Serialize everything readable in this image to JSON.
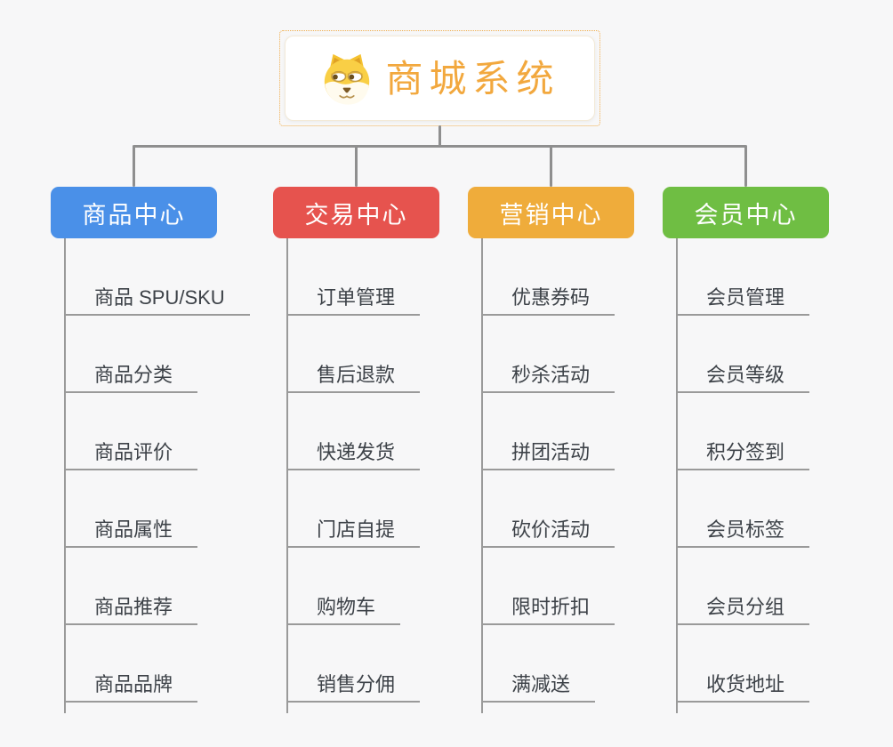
{
  "root": {
    "title": "商城系统",
    "icon": "dog-face-icon"
  },
  "branches": [
    {
      "id": "product-center",
      "label": "商品中心",
      "color": "#4a90e8",
      "items": [
        "商品 SPU/SKU",
        "商品分类",
        "商品评价",
        "商品属性",
        "商品推荐",
        "商品品牌"
      ]
    },
    {
      "id": "trade-center",
      "label": "交易中心",
      "color": "#e6534e",
      "items": [
        "订单管理",
        "售后退款",
        "快递发货",
        "门店自提",
        "购物车",
        "销售分佣"
      ]
    },
    {
      "id": "marketing-center",
      "label": "营销中心",
      "color": "#efac3b",
      "items": [
        "优惠券码",
        "秒杀活动",
        "拼团活动",
        "砍价活动",
        "限时折扣",
        "满减送"
      ]
    },
    {
      "id": "member-center",
      "label": "会员中心",
      "color": "#6fbe43",
      "items": [
        "会员管理",
        "会员等级",
        "积分签到",
        "会员标签",
        "会员分组",
        "收货地址"
      ]
    }
  ],
  "style": {
    "background": "#f7f7f8",
    "root_accent": "#f2a83e",
    "root_border": "#f0ae4e",
    "connector_color": "#8f8f8f",
    "leaf_line_color": "#9a9a9a",
    "leaf_text_color": "#3d4248"
  }
}
